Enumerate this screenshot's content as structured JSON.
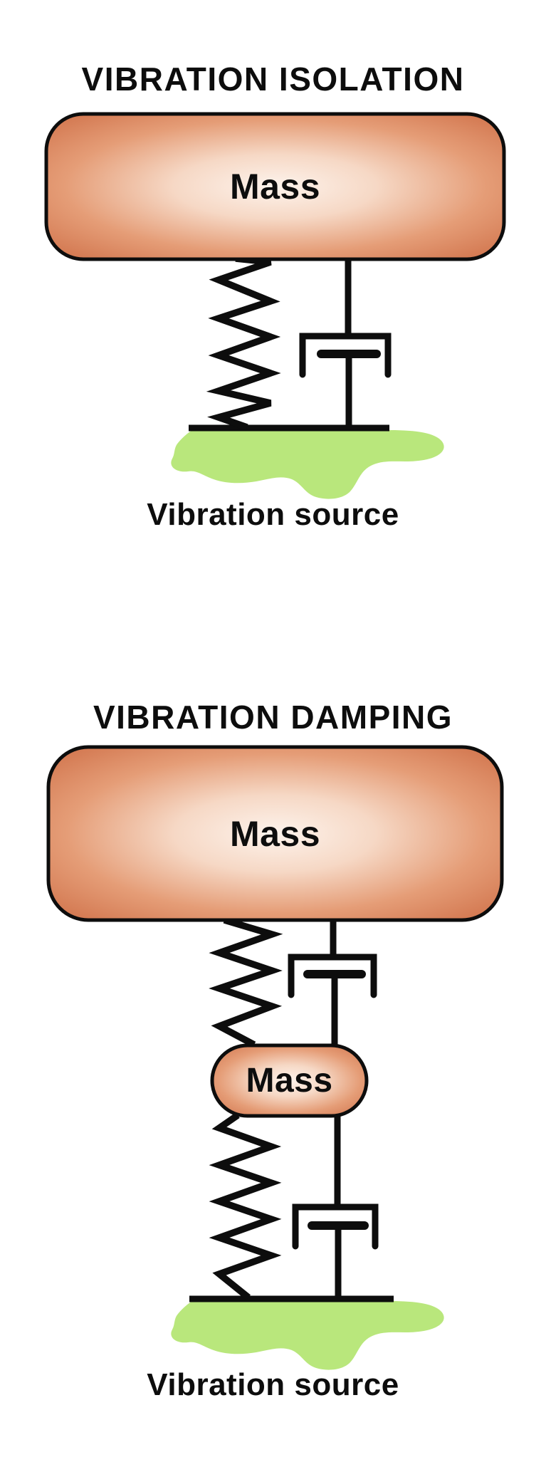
{
  "colors": {
    "background": "#ffffff",
    "ink": "#0d0d0d",
    "mass_center": "#fdf3ec",
    "mass_mid": "#e59d77",
    "mass_edge": "#cc6a42",
    "source_green": "#b9e77c"
  },
  "isolation": {
    "title": "VIBRATION ISOLATION",
    "mass_label": "Mass",
    "source_label": "Vibration source"
  },
  "damping": {
    "title": "VIBRATION DAMPING",
    "upper_mass_label": "Mass",
    "intermediate_mass_label": "Mass",
    "source_label": "Vibration source"
  }
}
